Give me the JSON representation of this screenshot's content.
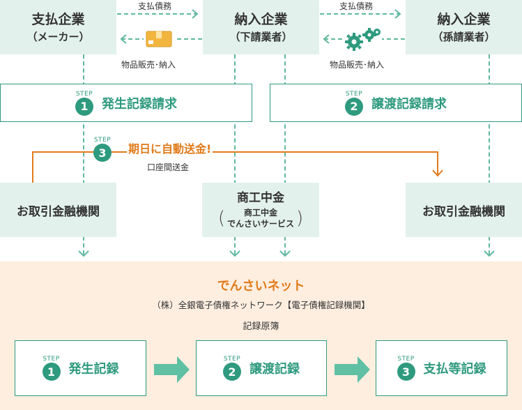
{
  "parties": {
    "payer": {
      "name": "支払企業",
      "sub": "（メーカー）"
    },
    "supplier": {
      "name": "納入企業",
      "sub": "（下請業者）"
    },
    "sub_supplier": {
      "name": "納入企業",
      "sub": "（孫請業者）"
    }
  },
  "flows": {
    "debt_left": "支払債務",
    "debt_right": "支払債務",
    "sales_left": "物品販売･納入",
    "sales_right": "物品販売･納入"
  },
  "steps": {
    "label": "STEP",
    "s1": {
      "num": "1",
      "title": "発生記録請求"
    },
    "s2": {
      "num": "2",
      "title": "譲渡記録請求"
    },
    "s3": {
      "num": "3",
      "title": "期日に自動送金!",
      "note": "口座間送金"
    }
  },
  "institutions": {
    "left": "お取引金融機関",
    "center": {
      "name": "商工中金",
      "detail_1": "商工中金",
      "detail_2": "でんさいサービス"
    },
    "right": "お取引金融機関"
  },
  "registry": {
    "title": "でんさいネット",
    "org": "（株）全銀電子債権ネットワーク【電子債権記録機関】",
    "ledger": "記録原簿",
    "records": [
      {
        "num": "1",
        "title": "発生記録"
      },
      {
        "num": "2",
        "title": "譲渡記録"
      },
      {
        "num": "3",
        "title": "支払等記録"
      }
    ]
  },
  "colors": {
    "green": "#2e9a7e",
    "dash": "#5fb89e",
    "orange": "#e07b1a",
    "mint": "#e3f1ed",
    "peach": "#fdeee0",
    "box_icon": "#f2b640"
  },
  "icons": {
    "package": "package-icon",
    "gears": "gears-icon"
  }
}
